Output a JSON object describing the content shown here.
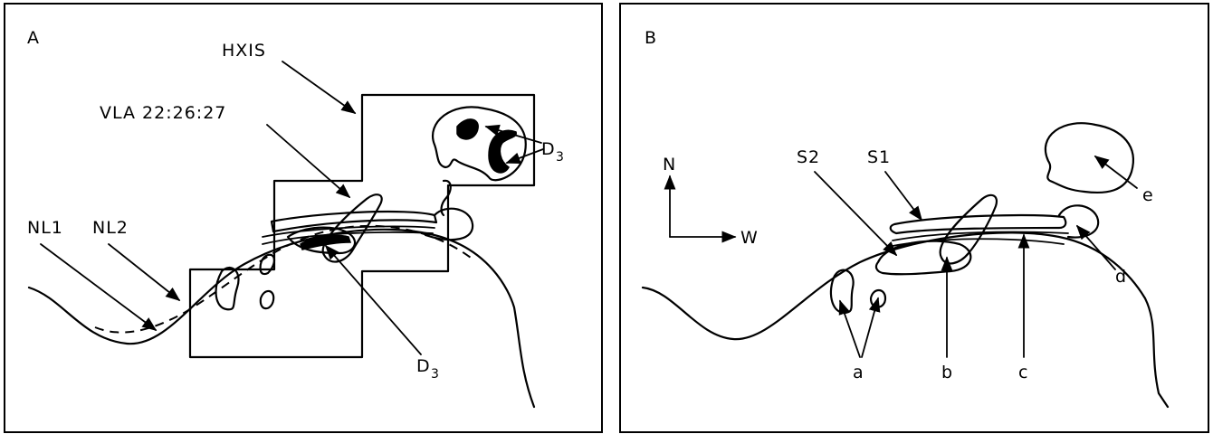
{
  "panel_a": {
    "panel_label": "A",
    "labels": {
      "hxis": "HXIS",
      "vla": "VLA 22:26:27",
      "nl1": "NL1",
      "nl2": "NL2",
      "d3_top": "D",
      "d3_top_sub": "3",
      "d3_bottom": "D",
      "d3_bottom_sub": "3"
    }
  },
  "panel_b": {
    "panel_label": "B",
    "compass": {
      "north": "N",
      "west": "W"
    },
    "labels": {
      "s1": "S1",
      "s2": "S2",
      "a": "a",
      "b": "b",
      "c": "c",
      "d": "d",
      "e": "e"
    }
  }
}
